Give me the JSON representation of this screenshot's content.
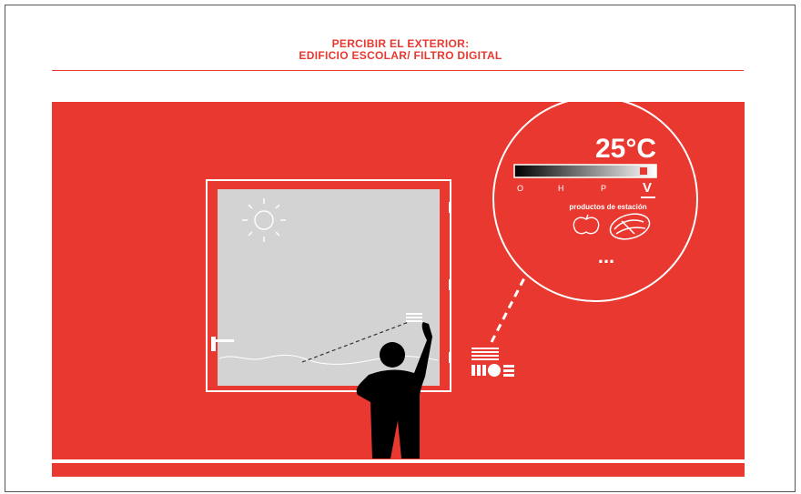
{
  "header": {
    "title_line1": "PERCIBIR EL EXTERIOR:",
    "title_line2": "EDIFICIO ESCOLAR/ FILTRO DIGITAL"
  },
  "display": {
    "temperature": "25°C",
    "scale_labels": [
      "O",
      "H",
      "P",
      "V"
    ],
    "selected_label": "V",
    "subtitle": "productos de estación",
    "more": "..."
  },
  "colors": {
    "accent": "#e8382f",
    "window_glass": "#d3d3d3",
    "figure": "#000000",
    "lines": "#ffffff"
  },
  "icons": [
    "sun-icon",
    "apple-icon",
    "fish-icon",
    "person-icon",
    "device-icon",
    "remote-icon",
    "window-handle-icon"
  ]
}
